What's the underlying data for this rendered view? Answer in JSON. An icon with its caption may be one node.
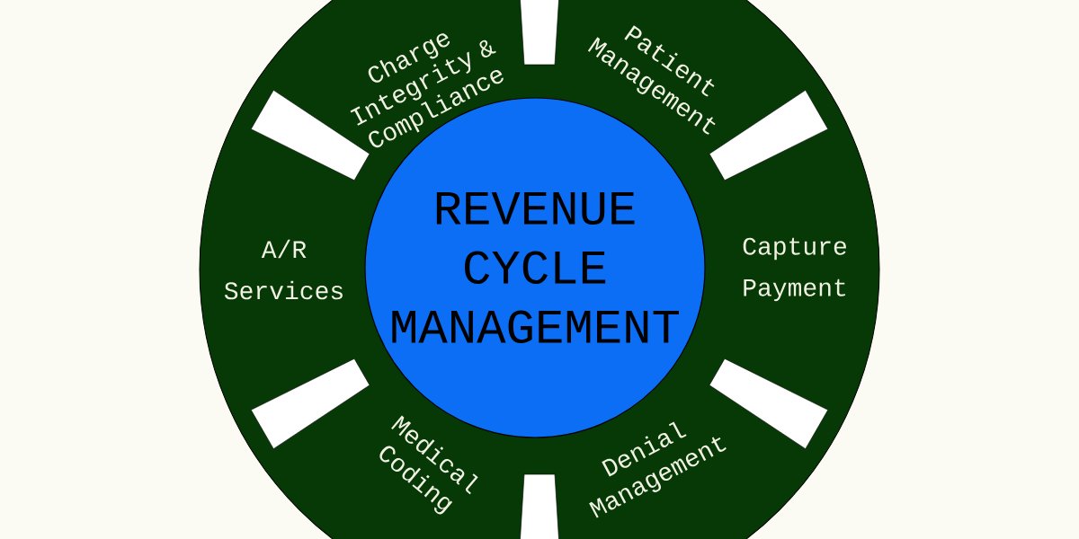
{
  "diagram": {
    "nodes": [
      {
        "text": [
          "Charge Integrity & Compliance",
          "Patient Management",
          "A/R Services",
          "Capture Payment",
          "Medical Coding",
          "Denial Management"
        ]
      },
      {
        "text": [
          "REVENUE CYCLE MANAGEMENT"
        ],
        "in": 0
      }
    ]
  }
}
